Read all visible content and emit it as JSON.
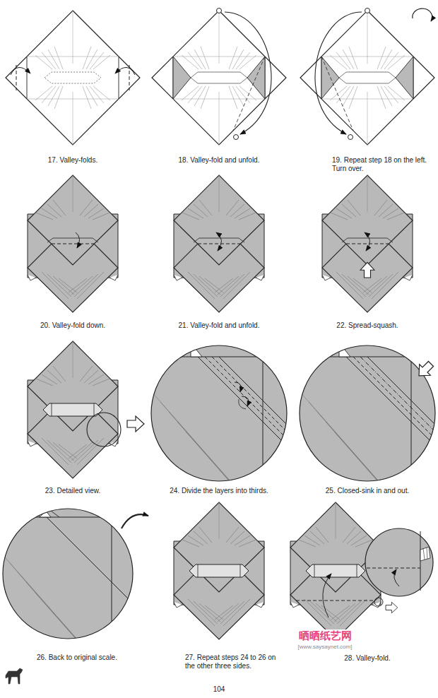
{
  "diagram": {
    "labels": [
      "17. Valley-folds.",
      "18. Valley-fold and unfold.",
      "19. Repeat step 18 on the left. Turn over.",
      "20. Valley-fold down.",
      "21. Valley-fold and unfold.",
      "22. Spread-squash.",
      "23. Detailed view.",
      "24. Divide the layers into thirds.",
      "25. Closed-sink in and out.",
      "26. Back to original scale.",
      "27. Repeat steps 24 to 26 on the other three sides.",
      "28. Valley-fold.",
      "104",
      "晒晒纸艺网",
      "[www.saysaynet.com]"
    ]
  }
}
